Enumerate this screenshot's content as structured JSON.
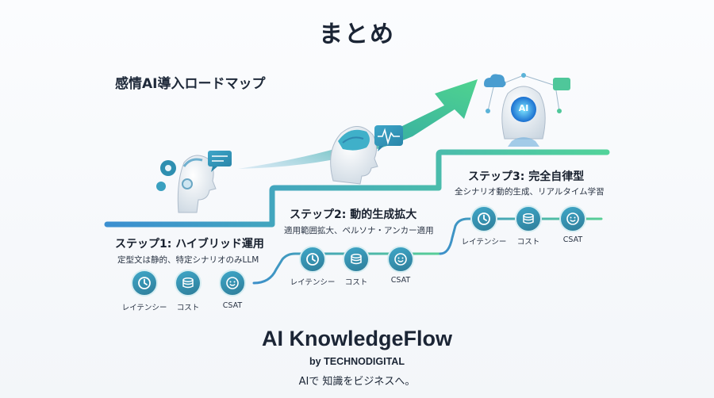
{
  "title": "まとめ",
  "roadmap_title": "感情AI導入ロードマップ",
  "steps": [
    {
      "title": "ステップ1: ハイブリッド運用",
      "desc": "定型文は静的、特定シナリオのみLLM",
      "metrics": [
        {
          "icon": "clock-icon",
          "label": "レイテンシー"
        },
        {
          "icon": "coins-icon",
          "label": "コスト"
        },
        {
          "icon": "smiley-icon",
          "label": "CSAT"
        }
      ]
    },
    {
      "title": "ステップ2: 動的生成拡大",
      "desc": "適用範囲拡大、ペルソナ・アンカー適用",
      "metrics": [
        {
          "icon": "clock-icon",
          "label": "レイテンシー"
        },
        {
          "icon": "coins-icon",
          "label": "コスト"
        },
        {
          "icon": "smiley-icon",
          "label": "CSAT"
        }
      ]
    },
    {
      "title": "ステップ3: 完全自律型",
      "desc": "全シナリオ動的生成、リアルタイム学習",
      "metrics": [
        {
          "icon": "clock-icon",
          "label": "レイテンシー"
        },
        {
          "icon": "coins-icon",
          "label": "コスト"
        },
        {
          "icon": "smiley-icon",
          "label": "CSAT"
        }
      ]
    }
  ],
  "ai_chip_label": "AI",
  "brand": {
    "name": "AI KnowledgeFlow",
    "by": "by TECHNODIGITAL",
    "tagline": "AIで 知識をビジネスへ。"
  },
  "colors": {
    "stair_start": "#3b8fd0",
    "stair_end": "#52d39a",
    "metric_blue": "#2f86a6",
    "text": "#1b2535"
  }
}
